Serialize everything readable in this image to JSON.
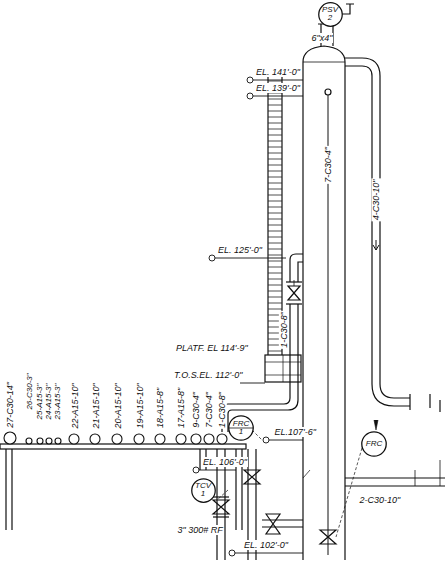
{
  "diagram": {
    "nodes": [
      {
        "text": [
          "PSV 2"
        ]
      },
      {
        "text": [
          "FRC 1"
        ]
      },
      {
        "text": [
          "TCV 1"
        ]
      },
      {
        "text": [
          "FRC"
        ]
      }
    ],
    "labels": [
      "6\"x4\"",
      "EL. 141'-0\"",
      "EL. 139'-0\"",
      "7-C30-4\"",
      "4-C30-10\"",
      "EL. 125'-0\"",
      "1-C30-8\"",
      "PLATF. EL 114'-9\"",
      "T.O.S.EL. 112'-0\"",
      "EL.107'-6\"",
      "EL. 106'-0\"",
      "3\" 300# RF",
      "EL. 102'-0\"",
      "2-C30-10\"",
      "27-C30-14\"",
      "26-C30-3\"",
      "25-A15-3\"",
      "24-A15-3\"",
      "23-A15-3\"",
      "22-A15-10\"",
      "21-A15-10\"",
      "20-A15-10\"",
      "19-A15-10\"",
      "18-A15-8\"",
      "17-A15-8\"",
      "9-C30-4\"",
      "7-C30-4\"",
      "1-C30-8\""
    ]
  }
}
